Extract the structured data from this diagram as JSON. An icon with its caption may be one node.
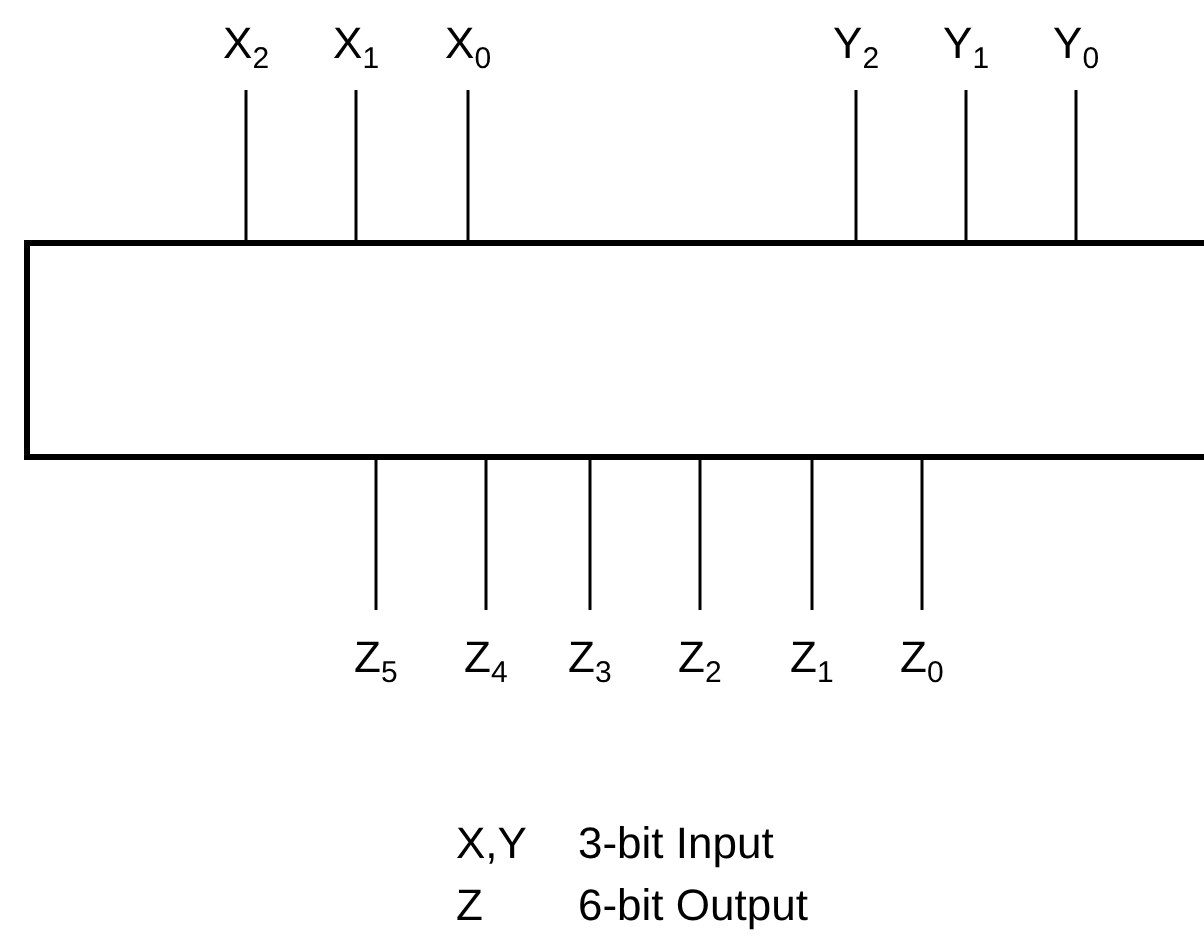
{
  "diagram": {
    "nodes": [
      {
        "text": [],
        "shape": "box"
      }
    ],
    "labels": [
      "X$_{2}$",
      "X$_{1}$",
      "X$_{0}$",
      "Y$_{2}$",
      "Y$_{1}$",
      "Y$_{0}$",
      "Z$_{5}$",
      "Z$_{4}$",
      "Z$_{3}$",
      "Z$_{2}$",
      "Z$_{1}$",
      "Z$_{0}$",
      "X,Y",
      "3-bit Input",
      "Z",
      "6-bit Output"
    ]
  }
}
